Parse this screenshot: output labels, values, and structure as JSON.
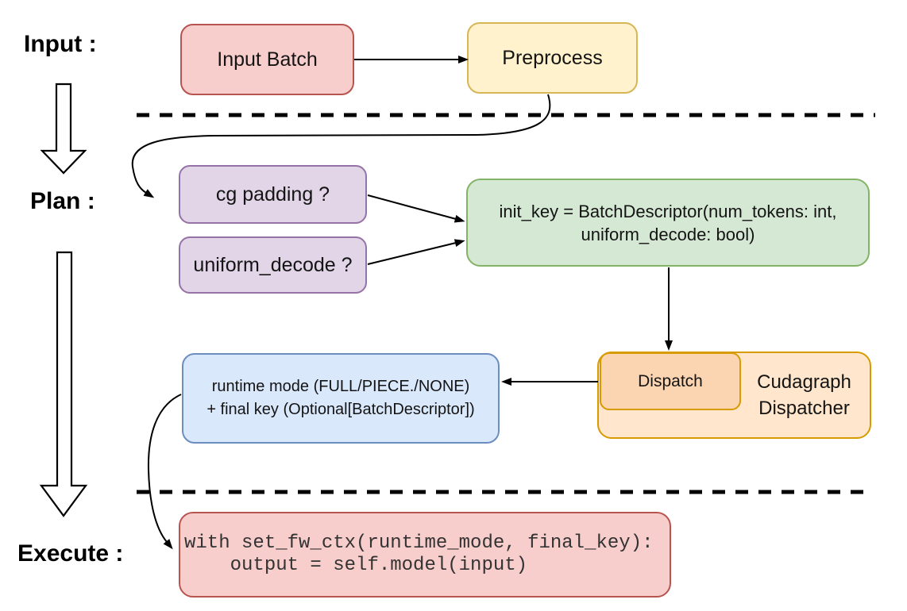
{
  "stage_labels": {
    "input": "Input :",
    "plan": "Plan :",
    "execute": "Execute :"
  },
  "nodes": {
    "input_batch": {
      "label": "Input Batch",
      "fill": "#f8cecc",
      "stroke": "#b85450"
    },
    "preprocess": {
      "label": "Preprocess",
      "fill": "#fff2cc",
      "stroke": "#d6b656"
    },
    "cg_padding": {
      "label": "cg padding ?",
      "fill": "#e1d5e7",
      "stroke": "#9673a6"
    },
    "uniform_decode": {
      "label": "uniform_decode ?",
      "fill": "#e1d5e7",
      "stroke": "#9673a6"
    },
    "init_key": {
      "line1": "init_key = BatchDescriptor(num_tokens: int,",
      "line2": "uniform_decode: bool)",
      "fill": "#d5e8d4",
      "stroke": "#82b366"
    },
    "dispatch": {
      "label": "Dispatch",
      "fill": "#fbd5b1",
      "stroke": "#d79b00"
    },
    "cudagraph_dispatcher": {
      "line1": "Cudagraph",
      "line2": "Dispatcher",
      "fill": "#ffe6cc",
      "stroke": "#d79b00"
    },
    "runtime_mode": {
      "line1": "runtime mode (FULL/PIECE./NONE)",
      "line2": "+ final key (Optional[BatchDescriptor])",
      "fill": "#dae8fc",
      "stroke": "#6c8ebf"
    },
    "execute_code": {
      "line1": "with set_fw_ctx(runtime_mode, final_key):",
      "line2": "    output = self.model(input)",
      "fill": "#f8cecc",
      "stroke": "#b85450"
    }
  },
  "connector_color": "#000000"
}
